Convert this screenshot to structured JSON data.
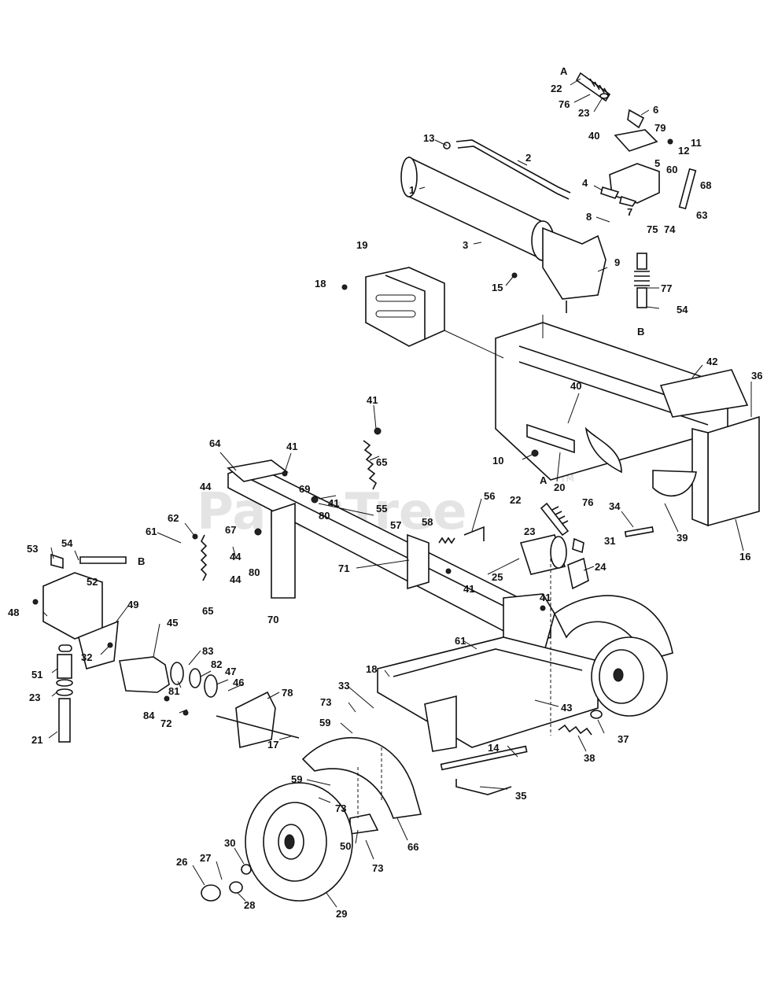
{
  "watermark": {
    "text": "PartsTree",
    "tm": "TM"
  },
  "labels": [
    {
      "id": "A_top",
      "t": "A"
    },
    {
      "id": "22_top",
      "t": "22"
    },
    {
      "id": "76_top",
      "t": "76"
    },
    {
      "id": "23_top",
      "t": "23"
    },
    {
      "id": "6",
      "t": "6"
    },
    {
      "id": "79",
      "t": "79"
    },
    {
      "id": "40_top",
      "t": "40"
    },
    {
      "id": "11",
      "t": "11"
    },
    {
      "id": "12",
      "t": "12"
    },
    {
      "id": "5",
      "t": "5"
    },
    {
      "id": "60",
      "t": "60"
    },
    {
      "id": "68",
      "t": "68"
    },
    {
      "id": "13",
      "t": "13"
    },
    {
      "id": "2",
      "t": "2"
    },
    {
      "id": "1",
      "t": "1"
    },
    {
      "id": "4",
      "t": "4"
    },
    {
      "id": "7",
      "t": "7"
    },
    {
      "id": "63",
      "t": "63"
    },
    {
      "id": "8",
      "t": "8"
    },
    {
      "id": "75",
      "t": "75"
    },
    {
      "id": "74",
      "t": "74"
    },
    {
      "id": "3",
      "t": "3"
    },
    {
      "id": "9",
      "t": "9"
    },
    {
      "id": "19",
      "t": "19"
    },
    {
      "id": "18_top",
      "t": "18"
    },
    {
      "id": "15",
      "t": "15"
    },
    {
      "id": "77",
      "t": "77"
    },
    {
      "id": "54_right",
      "t": "54"
    },
    {
      "id": "B_right",
      "t": "B"
    },
    {
      "id": "42",
      "t": "42"
    },
    {
      "id": "36",
      "t": "36"
    },
    {
      "id": "40_mid",
      "t": "40"
    },
    {
      "id": "10",
      "t": "10"
    },
    {
      "id": "20",
      "t": "20"
    },
    {
      "id": "41_a",
      "t": "41"
    },
    {
      "id": "65_top",
      "t": "65"
    },
    {
      "id": "64",
      "t": "64"
    },
    {
      "id": "41_b",
      "t": "41"
    },
    {
      "id": "44_a",
      "t": "44"
    },
    {
      "id": "69",
      "t": "69"
    },
    {
      "id": "41_c",
      "t": "41"
    },
    {
      "id": "80_a",
      "t": "80"
    },
    {
      "id": "55",
      "t": "55"
    },
    {
      "id": "56",
      "t": "56"
    },
    {
      "id": "A_mid",
      "t": "A"
    },
    {
      "id": "22_mid",
      "t": "22"
    },
    {
      "id": "76_mid",
      "t": "76"
    },
    {
      "id": "34",
      "t": "34"
    },
    {
      "id": "62",
      "t": "62"
    },
    {
      "id": "67",
      "t": "67"
    },
    {
      "id": "61_a",
      "t": "61"
    },
    {
      "id": "44_b",
      "t": "44"
    },
    {
      "id": "80_b",
      "t": "80"
    },
    {
      "id": "57",
      "t": "57"
    },
    {
      "id": "58",
      "t": "58"
    },
    {
      "id": "23_mid",
      "t": "23"
    },
    {
      "id": "31",
      "t": "31"
    },
    {
      "id": "39",
      "t": "39"
    },
    {
      "id": "16",
      "t": "16"
    },
    {
      "id": "53",
      "t": "53"
    },
    {
      "id": "54_left",
      "t": "54"
    },
    {
      "id": "B_left",
      "t": "B"
    },
    {
      "id": "52",
      "t": "52"
    },
    {
      "id": "71",
      "t": "71"
    },
    {
      "id": "25",
      "t": "25"
    },
    {
      "id": "24",
      "t": "24"
    },
    {
      "id": "48",
      "t": "48"
    },
    {
      "id": "49",
      "t": "49"
    },
    {
      "id": "44_c",
      "t": "44"
    },
    {
      "id": "41_d",
      "t": "41"
    },
    {
      "id": "65_bot",
      "t": "65"
    },
    {
      "id": "70",
      "t": "70"
    },
    {
      "id": "41_e",
      "t": "41"
    },
    {
      "id": "45",
      "t": "45"
    },
    {
      "id": "32",
      "t": "32"
    },
    {
      "id": "83",
      "t": "83"
    },
    {
      "id": "61_b",
      "t": "61"
    },
    {
      "id": "82",
      "t": "82"
    },
    {
      "id": "51",
      "t": "51"
    },
    {
      "id": "47",
      "t": "47"
    },
    {
      "id": "18_mid",
      "t": "18"
    },
    {
      "id": "81",
      "t": "81"
    },
    {
      "id": "46",
      "t": "46"
    },
    {
      "id": "78",
      "t": "78"
    },
    {
      "id": "23_bot",
      "t": "23"
    },
    {
      "id": "33",
      "t": "33"
    },
    {
      "id": "43",
      "t": "43"
    },
    {
      "id": "73_a",
      "t": "73"
    },
    {
      "id": "84",
      "t": "84"
    },
    {
      "id": "72",
      "t": "72"
    },
    {
      "id": "37",
      "t": "37"
    },
    {
      "id": "59_a",
      "t": "59"
    },
    {
      "id": "21",
      "t": "21"
    },
    {
      "id": "17",
      "t": "17"
    },
    {
      "id": "14",
      "t": "14"
    },
    {
      "id": "38",
      "t": "38"
    },
    {
      "id": "59_b",
      "t": "59"
    },
    {
      "id": "73_b",
      "t": "73"
    },
    {
      "id": "35",
      "t": "35"
    },
    {
      "id": "30",
      "t": "30"
    },
    {
      "id": "50",
      "t": "50"
    },
    {
      "id": "66",
      "t": "66"
    },
    {
      "id": "27",
      "t": "27"
    },
    {
      "id": "26",
      "t": "26"
    },
    {
      "id": "73_c",
      "t": "73"
    },
    {
      "id": "28",
      "t": "28"
    },
    {
      "id": "29",
      "t": "29"
    }
  ]
}
